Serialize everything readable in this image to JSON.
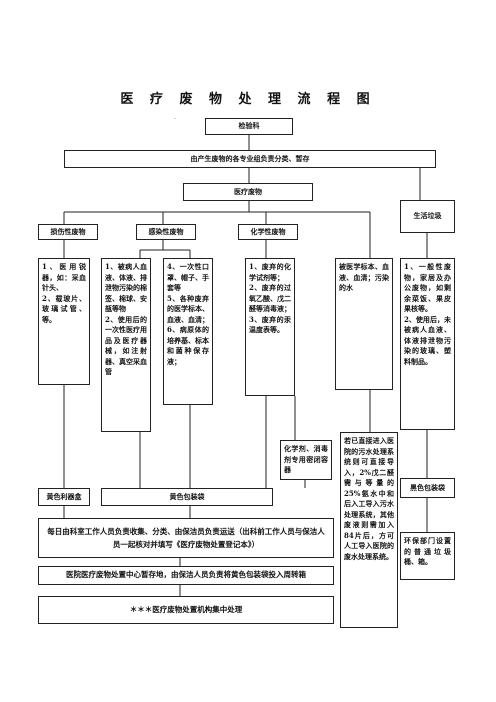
{
  "title": "医 疗 废 物 处 理 流 程 图",
  "dot": "·",
  "nodes": {
    "lab": "检验科",
    "sort": "由产生废物的各专业组负责分类、暂存",
    "medical_waste": "医疗废物",
    "living_waste": "生活垃圾",
    "sharp": "损伤性废物",
    "infect": "感染性废物",
    "chem": "化学性废物"
  },
  "details": {
    "sharp": "1、医用锐器，如：采血针头、\n2、载玻片、玻璃试管、等。",
    "infect_a": "1、被病人血液、体液、排泄物污染的棉签、棉球、安瓿等物\n2、使用后的一次性医疗用品及医疗器械，如注射器、真空采血管",
    "infect_b": "4、一次性口罩、帽子、手套等\n5、各种废弃的医学标本、血液、血清；\n6、病原体的培养基、标本和菌种保存液；",
    "chem": "1、废弃的化学试剂等；\n2、废弃的过氧乙酸、戊二醛等消毒液；\n3、废弃的汞温度表等。",
    "specimen": "被医学标本、血液、血清；污染的水",
    "living": "1、一般性废物，家居及办公废物，如剩余菜饭、果皮果核等。\n2、使用后，未被病人血液、体液排泄物污染的玻璃、塑料制品。"
  },
  "containers": {
    "chem_box": "化学剂、消毒剂专用密闭容器",
    "sewage": "若已直接进入医院的污水处理系统则可直接导入，2%戊二醛需与等量的25%氨水中和后入工导入污水处理系统，其他废液则需加入84片后，方可人工导入医院的废水处理系统。",
    "sharps_box": "黄色利器盒",
    "yellow_bag": "黄色包装袋",
    "black_bag": "黑色包装袋"
  },
  "steps": {
    "collect": "每日由科室工作人员负责收集、分类、由保洁员负责运送（出科前工作人员与保洁人员一起核对并填写《医疗废物处置登记本》）",
    "store": "医院医疗废物处置中心暂存地，由保洁人员负责将黄色包装袋投入周转箱",
    "final": "＊＊＊医疗废物处置机构集中处理",
    "env": "环保部门设置的普通垃圾桶、箱。"
  }
}
